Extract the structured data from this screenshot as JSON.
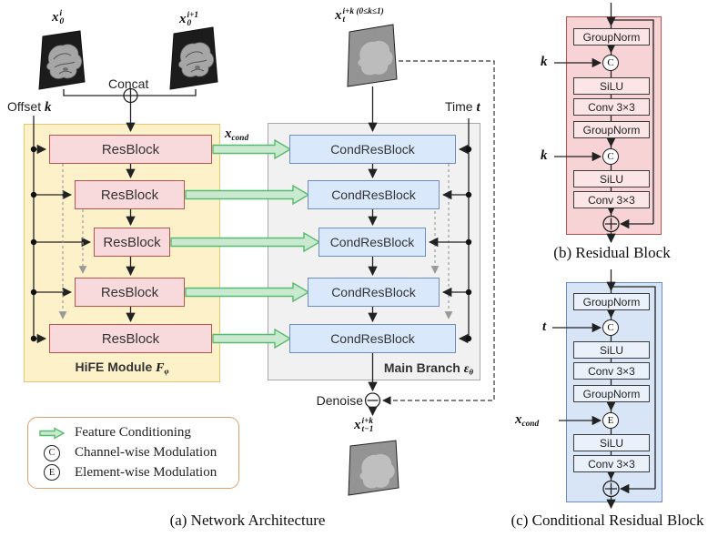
{
  "colors": {
    "yellow_bg": "#fdf1ca",
    "yellow_border": "#e3c96d",
    "gray_bg": "#f1f1f1",
    "gray_border": "#a8a8a8",
    "pink_fill": "#f8d9dc",
    "red_border": "#b85450",
    "blue_fill": "#dae8fc",
    "blue_border": "#6c8ebf",
    "panelb_bg": "#f7d3d6",
    "panelc_bg": "#d8e5f6",
    "layerb_fill": "#fbe5e7",
    "layerc_fill": "#eaf1fb",
    "green_fill": "#c9ead1",
    "green_border": "#57bb6e",
    "legend_border": "#e2a06c"
  },
  "labels": {
    "slice_i": {
      "base": "x",
      "sup": "i",
      "sub": "0"
    },
    "slice_i1": {
      "base": "x",
      "sup": "i+1",
      "sub": "0"
    },
    "concat": "Concat",
    "offset_text": "Offset",
    "offset_symbol": "k",
    "noisy_input": {
      "base": "x",
      "sup": "i+k (0≤k≤1)",
      "sub": "t"
    },
    "time_text": "Time",
    "time_symbol": "t",
    "xcond": {
      "base": "x",
      "sub": "cond"
    },
    "denoise": "Denoise",
    "output": {
      "base": "x",
      "sup": "i+k",
      "sub": "t−1"
    }
  },
  "hife_module": {
    "blocks": [
      "ResBlock",
      "ResBlock",
      "ResBlock",
      "ResBlock",
      "ResBlock"
    ],
    "label_text": "HiFE Module",
    "label_math": {
      "base": "F",
      "sub": "φ"
    }
  },
  "main_branch": {
    "blocks": [
      "CondResBlock",
      "CondResBlock",
      "CondResBlock",
      "CondResBlock",
      "CondResBlock"
    ],
    "label_text": "Main Branch",
    "label_math": {
      "base": "ε",
      "sub": "θ"
    }
  },
  "legend": {
    "items": [
      {
        "icon": "feature-conditioning-arrow-icon",
        "letter": "",
        "label": "Feature Conditioning"
      },
      {
        "icon": "circle-c-icon",
        "letter": "C",
        "label": "Channel-wise Modulation"
      },
      {
        "icon": "circle-e-icon",
        "letter": "E",
        "label": "Element-wise Modulation"
      }
    ]
  },
  "captions": {
    "a": "(a) Network Architecture",
    "b": "(b) Residual Block",
    "c": "(c) Conditional Residual Block"
  },
  "residual_block": {
    "layers": [
      "GroupNorm",
      "SiLU",
      "Conv 3×3",
      "GroupNorm",
      "SiLU",
      "Conv 3×3"
    ],
    "mod_letters": [
      "C",
      "C"
    ],
    "k_symbol": "k"
  },
  "cond_residual_block": {
    "layers": [
      "GroupNorm",
      "SiLU",
      "Conv 3×3",
      "GroupNorm",
      "SiLU",
      "Conv 3×3"
    ],
    "mod_letters": [
      "C",
      "E"
    ],
    "t_symbol": "t",
    "xcond": {
      "base": "x",
      "sub": "cond"
    }
  }
}
